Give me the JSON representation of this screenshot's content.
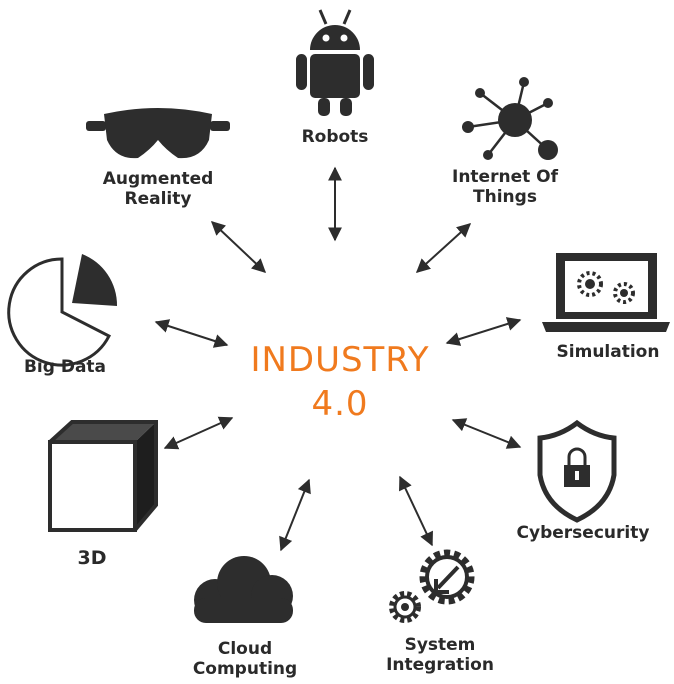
{
  "center": {
    "line1": "INDUSTRY",
    "line2": "4.0",
    "color": "#f07a1e"
  },
  "nodes": {
    "robots": {
      "label": "Robots",
      "icon": "robot-icon"
    },
    "iot": {
      "line1": "Internet Of",
      "line2": "Things",
      "icon": "network-hub-icon"
    },
    "ar": {
      "line1": "Augmented",
      "line2": "Reality",
      "icon": "vr-goggles-icon"
    },
    "bigdata": {
      "label": "Big Data",
      "icon": "pie-chart-icon"
    },
    "simulation": {
      "label": "Simulation",
      "icon": "laptop-gears-icon"
    },
    "threed": {
      "label": "3D",
      "icon": "cube-icon"
    },
    "cyber": {
      "label": "Cybersecurity",
      "icon": "shield-lock-icon"
    },
    "cloud": {
      "line1": "Cloud",
      "line2": "Computing",
      "icon": "cloud-icon"
    },
    "sysint": {
      "line1": "System",
      "line2": "Integration",
      "icon": "gears-icon"
    }
  },
  "colors": {
    "icon": "#2d2d2d",
    "text": "#2a2a2a"
  }
}
